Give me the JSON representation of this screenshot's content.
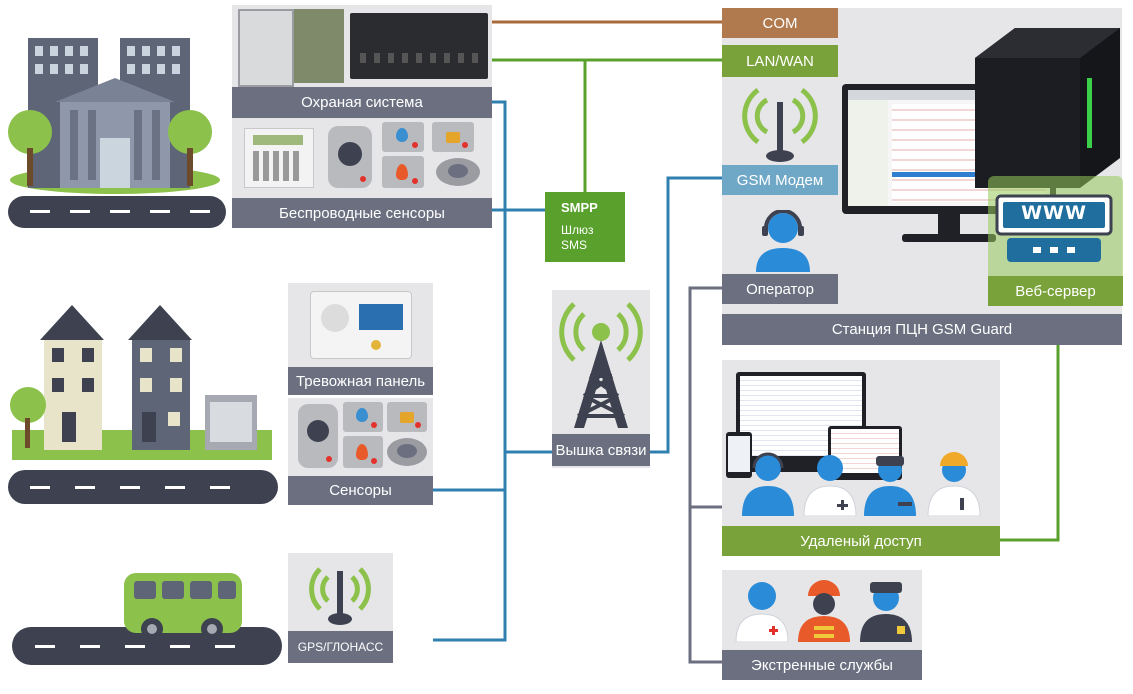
{
  "labels": {
    "security_system": "Охраная система",
    "wireless_sensors": "Беспроводные сенсоры",
    "alarm_panel": "Тревожная панель",
    "sensors": "Сенсоры",
    "gps": "GPS/ГЛОНАСС",
    "smpp_title": "SMPP",
    "smpp_sub1": "Шлюз",
    "smpp_sub2": "SMS",
    "tower": "Вышка связи",
    "com": "COM",
    "lanwan": "LAN/WAN",
    "gsm_modem": "GSM Модем",
    "operator": "Оператор",
    "station": "Станция ПЦН GSM Guard",
    "web_server": "Веб-сервер",
    "www": "WWW",
    "remote_access": "Удаленый доступ",
    "emergency": "Экстренные службы"
  },
  "colors": {
    "label_gray": "#6b6f80",
    "label_green": "#7aa23a",
    "label_blue": "#6fa7c7",
    "label_brown": "#b07a4e",
    "wire_blue": "#2f7fb0",
    "wire_green": "#5aa02c",
    "wire_brown": "#a86a3a",
    "wire_gray": "#6b6f80",
    "panel_bg": "#e6e6e8"
  }
}
